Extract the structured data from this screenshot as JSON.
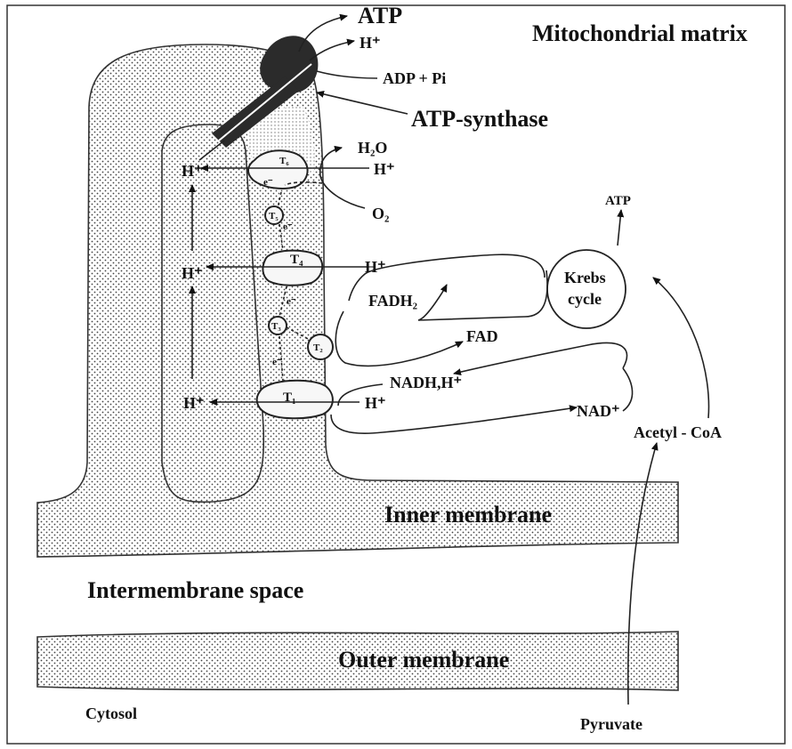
{
  "regions": {
    "matrix": "Mitochondrial matrix",
    "inner_membrane": "Inner membrane",
    "intermembrane_space": "Intermembrane space",
    "outer_membrane": "Outer membrane",
    "cytosol": "Cytosol"
  },
  "atp_synthase": {
    "label": "ATP-synthase",
    "out_atp": "ATP",
    "out_h": "H⁺",
    "in_adp": "ADP + Pi"
  },
  "complexes": [
    "T₁",
    "T₂",
    "T₃",
    "T₄",
    "T₅",
    "T₆"
  ],
  "electron": "e⁻",
  "protons": {
    "matrix": "H⁺",
    "ims": "H⁺"
  },
  "oxygen": {
    "o2": "O₂",
    "water": "H₂O"
  },
  "krebs": {
    "label_line1": "Krebs",
    "label_line2": "cycle",
    "atp": "ATP",
    "fadh2": "FADH₂",
    "fad": "FAD",
    "nadh": "NADH,H⁺",
    "nad": "NAD⁺",
    "acetyl": "Acetyl - CoA",
    "pyruvate": "Pyruvate"
  },
  "colors": {
    "ink": "#111111",
    "synthase": "#2b2b2b",
    "membrane_dots": "#444444"
  }
}
